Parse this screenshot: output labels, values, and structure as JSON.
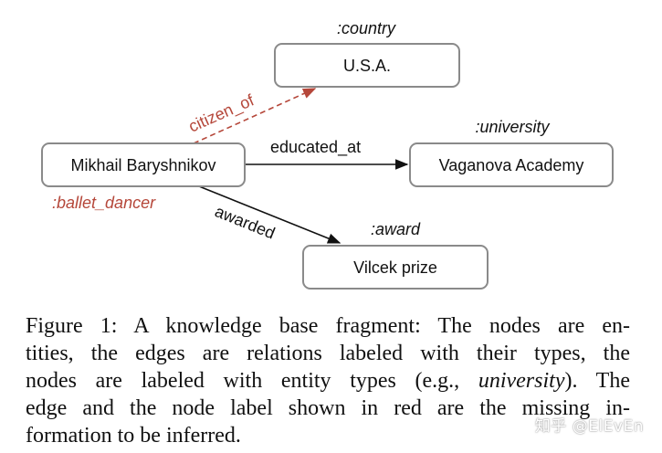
{
  "nodes": {
    "country": {
      "label": "U.S.A.",
      "type": ":country"
    },
    "person": {
      "label": "Mikhail Baryshnikov",
      "type": ":ballet_dancer"
    },
    "university": {
      "label": "Vaganova Academy",
      "type": ":university"
    },
    "award": {
      "label": "Vilcek prize",
      "type": ":award"
    }
  },
  "edges": {
    "citizen_of": "citizen_of",
    "educated_at": "educated_at",
    "awarded": "awarded"
  },
  "colors": {
    "missing": "#b5473a",
    "node_border": "#8a8a8a",
    "text": "#111111"
  },
  "caption": {
    "line1": "Figure 1: A knowledge base fragment: The nodes are en-",
    "line2": "tities, the edges are relations labeled with their types, the",
    "line3_pre": "nodes are labeled with entity types (e.g., ",
    "line3_em": "university",
    "line3_post": "). The",
    "line4": "edge and the node label shown in red are the missing in-",
    "line5": "formation to be inferred."
  },
  "watermark": "知乎 @ElEvEn"
}
